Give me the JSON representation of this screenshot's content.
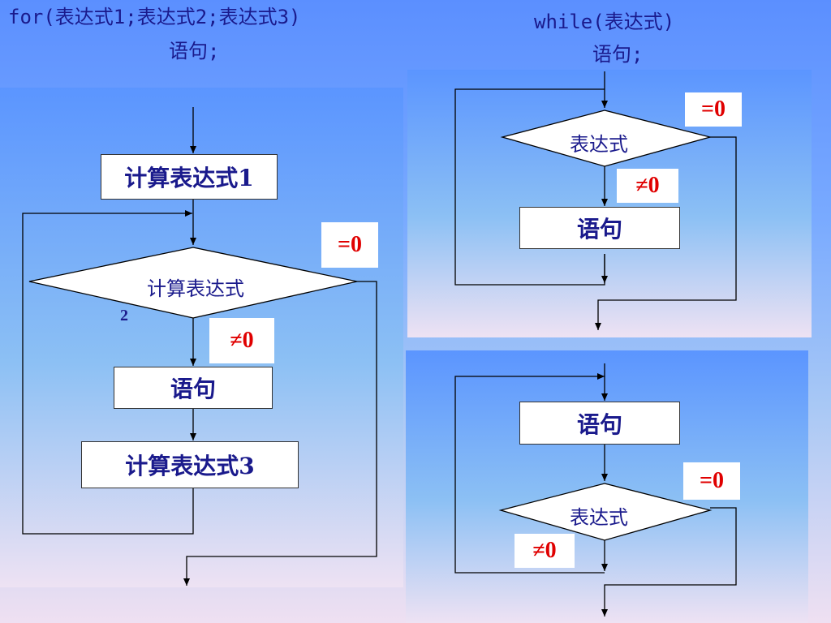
{
  "header": {
    "for_line1": "for(表达式1;表达式2;表达式3)",
    "for_line2": "语句;",
    "while_line1": "while(表达式)",
    "while_line2": "语句;"
  },
  "for_flow": {
    "box1": "计算表达式1",
    "cond": "计算表达式",
    "cond_suffix": "2",
    "body": "语句",
    "box3": "计算表达式3",
    "eq_zero": "=0",
    "ne_zero": "≠0"
  },
  "while_flow": {
    "cond": "表达式",
    "body": "语句",
    "eq_zero": "=0",
    "ne_zero": "≠0"
  },
  "do_while_flow": {
    "body": "语句",
    "cond": "表达式",
    "eq_zero": "=0",
    "ne_zero": "≠0"
  },
  "colors": {
    "text_blue": "#1a1a8c",
    "label_red": "#e00000",
    "line": "#000000"
  }
}
